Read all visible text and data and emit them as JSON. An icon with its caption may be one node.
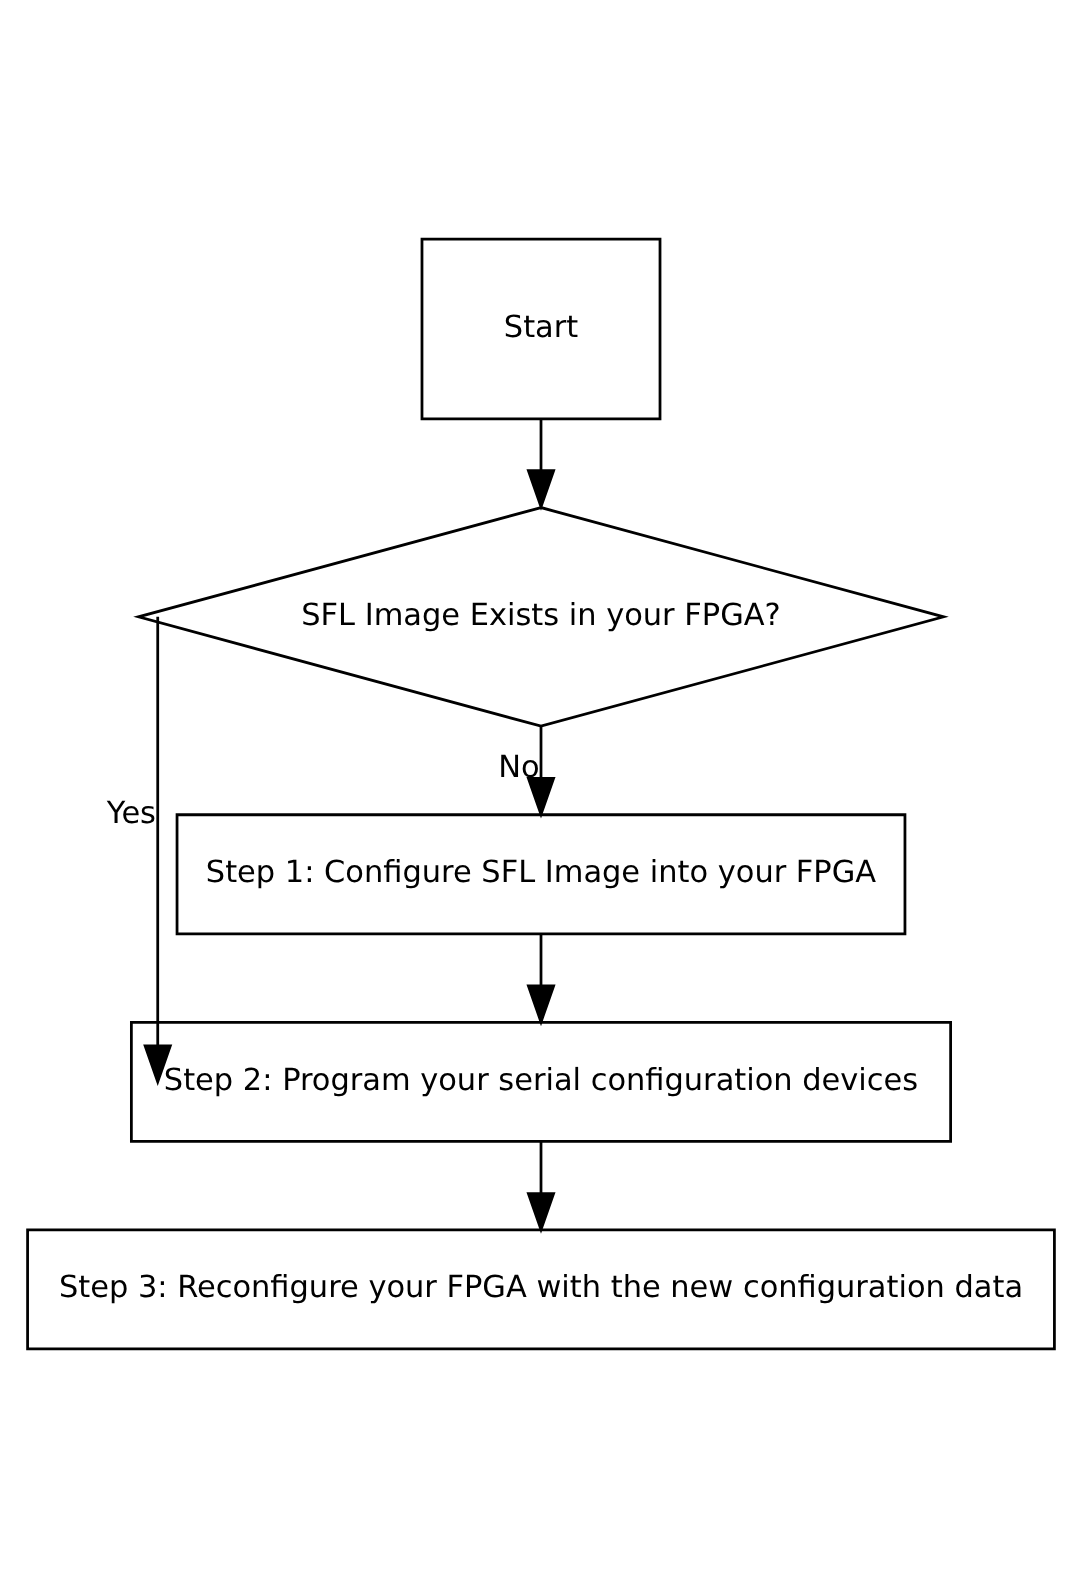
{
  "diagram": {
    "nodes": [
      {
        "text": [
          "Start"
        ]
      },
      {
        "text": [
          "SFL Image Exists in your FPGA?"
        ]
      },
      {
        "text": [
          "Step 1: Configure SFL Image into your FPGA"
        ]
      },
      {
        "text": [
          "Step 2: Program your serial configuration devices"
        ]
      },
      {
        "text": [
          "Step 3: Reconfigure your FPGA with the new configuration data"
        ]
      }
    ],
    "edges": [
      {
        "from": 0,
        "to": 1,
        "arrow": "to"
      },
      {
        "from": 1,
        "to": 2,
        "arrow": "to",
        "label": "No"
      },
      {
        "from": 1,
        "to": 3,
        "arrow": "to",
        "label": "Yes"
      },
      {
        "from": 2,
        "to": 3,
        "arrow": "to"
      },
      {
        "from": 3,
        "to": 4,
        "arrow": "to"
      }
    ]
  }
}
